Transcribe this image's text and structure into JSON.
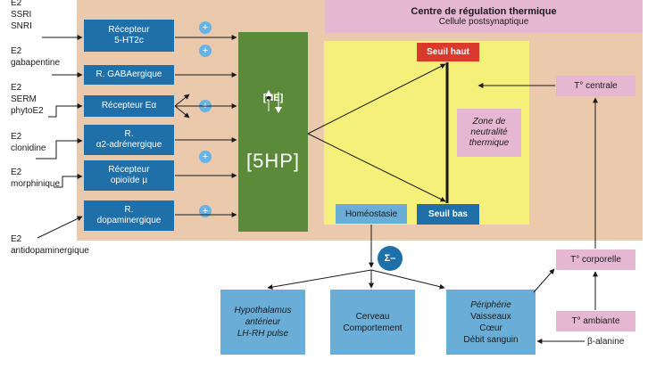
{
  "title": {
    "line1": "Centre de régulation thermique",
    "line2": "Cellule postsynaptique"
  },
  "left_labels": {
    "estrogen_ssri_snri": "E2\nSSRI\nSNRI",
    "gabapentine": "E2\ngabapentine",
    "serm_phyto": "E2\nSERM\nphytoE2",
    "clonidine": "E2\nclonidine",
    "morphinique": "E2\nmorphinique",
    "antidopa": "E2\nantidopaminergique"
  },
  "receptors": [
    "Récepteur\n5-HT2c",
    "R. GABAergique",
    "Récepteur Eα",
    "R.\nα2-adrénergique",
    "Récepteur\nopioïde µ",
    "R.\ndopaminergique"
  ],
  "plus_symbol": "+",
  "green_box": {
    "ne": "[NE]",
    "hp": "[5HP]"
  },
  "seuil_haut": "Seuil haut",
  "seuil_bas": "Seuil bas",
  "zone": "Zone de\nneutralité\nthermique",
  "homeostasie": "Homéostasie",
  "sigma": "Σ–",
  "t_centrale": "T° centrale",
  "t_corporelle": "T° corporelle",
  "t_ambiante": "T° ambiante",
  "beta_alanine": "β-alanine",
  "outputs": {
    "hypothalamus": "Hypothalamus\nantérieur\nLH-RH pulse",
    "cerveau": "Cerveau\nComportement",
    "peripherie_title": "Périphérie",
    "peripherie_body": "Vaisseaux\nCœur\nDébit sanguin"
  },
  "colors": {
    "panel": "#eac9ad",
    "receptor_blue": "#1f6fa8",
    "light_blue": "#6aaed8",
    "green": "#5a8a3a",
    "yellow": "#f5f07a",
    "pink": "#e6b7d2",
    "red": "#d93a2b"
  }
}
